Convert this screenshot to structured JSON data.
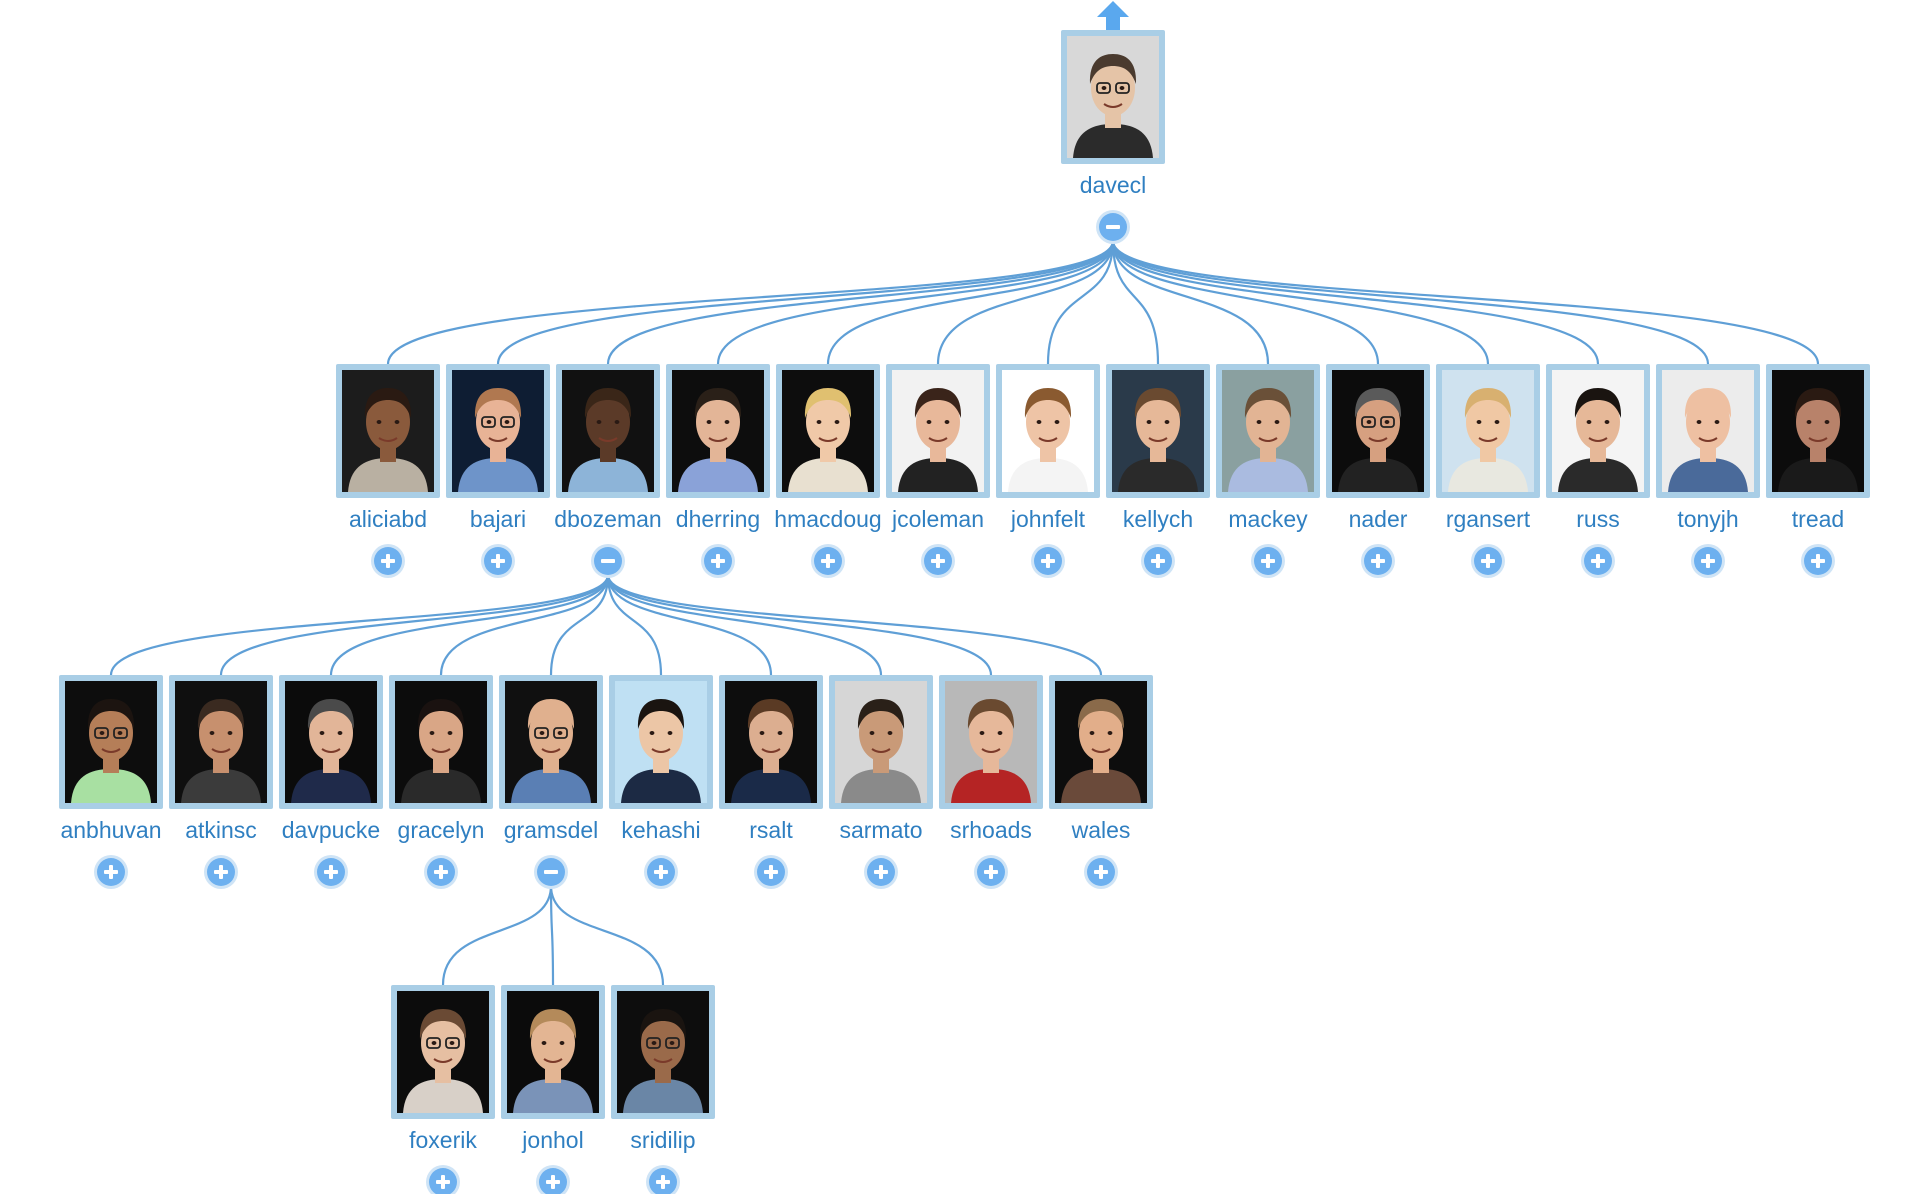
{
  "colors": {
    "frame": "#a9cee6",
    "label": "#2f7fc1",
    "connector": "#5f9fd6",
    "toggle": "#6db0ef",
    "up_arrow": "#5aa8ee"
  },
  "up_arrow_icon": "arrow-up-icon",
  "root": {
    "id": "davecl",
    "label": "davecl",
    "expanded": true,
    "photo": {
      "bg": "#d8d8d8",
      "skin": "#e5c4a7",
      "hair": "#4a3a2e",
      "shirt": "#2b2b2b",
      "glasses": true
    },
    "children": [
      {
        "id": "aliciabd",
        "label": "aliciabd",
        "expanded": false,
        "photo": {
          "bg": "#1c1c1c",
          "skin": "#8a5a3c",
          "hair": "#2a1a12",
          "shirt": "#b9b0a2",
          "glasses": false
        }
      },
      {
        "id": "bajari",
        "label": "bajari",
        "expanded": false,
        "photo": {
          "bg": "#0e1d33",
          "skin": "#e8b396",
          "hair": "#b07850",
          "shirt": "#6e94c9",
          "glasses": true
        }
      },
      {
        "id": "dbozeman",
        "label": "dbozeman",
        "expanded": true,
        "photo": {
          "bg": "#111111",
          "skin": "#5b3a28",
          "hair": "#3a2618",
          "shirt": "#8db4d8",
          "glasses": false
        },
        "children": [
          {
            "id": "anbhuvan",
            "label": "anbhuvan",
            "expanded": false,
            "photo": {
              "bg": "#0d0d0d",
              "skin": "#b57e58",
              "hair": "#1c1410",
              "shirt": "#a8e0a2",
              "glasses": true
            }
          },
          {
            "id": "atkinsc",
            "label": "atkinsc",
            "expanded": false,
            "photo": {
              "bg": "#0f0f0f",
              "skin": "#c7906e",
              "hair": "#3a2a20",
              "shirt": "#3b3b3b",
              "glasses": false
            }
          },
          {
            "id": "davpucke",
            "label": "davpucke",
            "expanded": false,
            "photo": {
              "bg": "#0b0b0b",
              "skin": "#e2b598",
              "hair": "#4a4a4a",
              "shirt": "#1f2a4a",
              "glasses": false
            }
          },
          {
            "id": "gracelyn",
            "label": "gracelyn",
            "expanded": false,
            "photo": {
              "bg": "#0c0c0c",
              "skin": "#d9a686",
              "hair": "#1a1210",
              "shirt": "#2a2a2a",
              "glasses": false
            }
          },
          {
            "id": "gramsdel",
            "label": "gramsdel",
            "expanded": true,
            "photo": {
              "bg": "#101010",
              "skin": "#e0b08e",
              "hair": "#e0b08e",
              "shirt": "#5a7fb4",
              "glasses": true
            },
            "children": [
              {
                "id": "foxerik",
                "label": "foxerik",
                "expanded": false,
                "photo": {
                  "bg": "#0c0c0c",
                  "skin": "#e6bfa2",
                  "hair": "#6a4a34",
                  "shirt": "#d8d0c8",
                  "glasses": true
                }
              },
              {
                "id": "jonhol",
                "label": "jonhol",
                "expanded": false,
                "photo": {
                  "bg": "#0b0b0b",
                  "skin": "#e3b593",
                  "hair": "#b48a5a",
                  "shirt": "#7a93b8",
                  "glasses": false
                }
              },
              {
                "id": "sridilip",
                "label": "sridilip",
                "expanded": false,
                "photo": {
                  "bg": "#0d0d0d",
                  "skin": "#9a6a4a",
                  "hair": "#1a1410",
                  "shirt": "#6a86a6",
                  "glasses": true
                }
              }
            ]
          },
          {
            "id": "kehashi",
            "label": "kehashi",
            "expanded": false,
            "photo": {
              "bg": "#bfe0f3",
              "skin": "#ecc6a6",
              "hair": "#1a1410",
              "shirt": "#1c2a44",
              "glasses": false
            }
          },
          {
            "id": "rsalt",
            "label": "rsalt",
            "expanded": false,
            "photo": {
              "bg": "#0d0d0d",
              "skin": "#dcae90",
              "hair": "#5a3a24",
              "shirt": "#1a2a48",
              "glasses": false
            }
          },
          {
            "id": "sarmato",
            "label": "sarmato",
            "expanded": false,
            "photo": {
              "bg": "#d6d6d6",
              "skin": "#c99a78",
              "hair": "#2a2018",
              "shirt": "#8a8a8a",
              "glasses": false
            }
          },
          {
            "id": "srhoads",
            "label": "srhoads",
            "expanded": false,
            "photo": {
              "bg": "#b8b8b8",
              "skin": "#e6b89a",
              "hair": "#6a4a30",
              "shirt": "#b52424",
              "glasses": false
            }
          },
          {
            "id": "wales",
            "label": "wales",
            "expanded": false,
            "photo": {
              "bg": "#0d0d0d",
              "skin": "#e2ae8a",
              "hair": "#8a6a4a",
              "shirt": "#6a4a3a",
              "glasses": false
            }
          }
        ]
      },
      {
        "id": "dherring",
        "label": "dherring",
        "expanded": false,
        "photo": {
          "bg": "#0d0d0d",
          "skin": "#e3b597",
          "hair": "#2a2018",
          "shirt": "#8aa2d8",
          "glasses": false
        }
      },
      {
        "id": "hmacdoug",
        "label": "hmacdoug",
        "expanded": false,
        "photo": {
          "bg": "#0d0d0d",
          "skin": "#f0c9a8",
          "hair": "#e0c070",
          "shirt": "#e8e0d0",
          "glasses": false
        }
      },
      {
        "id": "jcoleman",
        "label": "jcoleman",
        "expanded": false,
        "photo": {
          "bg": "#f2f2f2",
          "skin": "#e8b89a",
          "hair": "#3a241a",
          "shirt": "#222222",
          "glasses": false
        }
      },
      {
        "id": "johnfelt",
        "label": "johnfelt",
        "expanded": false,
        "photo": {
          "bg": "#ffffff",
          "skin": "#eec4a6",
          "hair": "#8a5a30",
          "shirt": "#f4f4f4",
          "glasses": false
        }
      },
      {
        "id": "kellych",
        "label": "kellych",
        "expanded": false,
        "photo": {
          "bg": "#2a3a4a",
          "skin": "#e6b898",
          "hair": "#6a4a30",
          "shirt": "#2a2a2a",
          "glasses": false
        }
      },
      {
        "id": "mackey",
        "label": "mackey",
        "expanded": false,
        "photo": {
          "bg": "#8aa0a0",
          "skin": "#e2b494",
          "hair": "#6a5038",
          "shirt": "#aabbe0",
          "glasses": false
        }
      },
      {
        "id": "nader",
        "label": "nader",
        "expanded": false,
        "photo": {
          "bg": "#0c0c0c",
          "skin": "#d6a080",
          "hair": "#5a5a5a",
          "shirt": "#222222",
          "glasses": true
        }
      },
      {
        "id": "rgansert",
        "label": "rgansert",
        "expanded": false,
        "photo": {
          "bg": "#cfe2ef",
          "skin": "#f0c8a4",
          "hair": "#d8b070",
          "shirt": "#e8e8e0",
          "glasses": false
        }
      },
      {
        "id": "russ",
        "label": "russ",
        "expanded": false,
        "photo": {
          "bg": "#f4f4f4",
          "skin": "#e6b898",
          "hair": "#1a1410",
          "shirt": "#2a2a2a",
          "glasses": false
        }
      },
      {
        "id": "tonyjh",
        "label": "tonyjh",
        "expanded": false,
        "photo": {
          "bg": "#ececec",
          "skin": "#eec0a2",
          "hair": "#eec0a2",
          "shirt": "#4a6a9a",
          "glasses": false
        }
      },
      {
        "id": "tread",
        "label": "tread",
        "expanded": false,
        "photo": {
          "bg": "#0c0c0c",
          "skin": "#b8826a",
          "hair": "#2a1a12",
          "shirt": "#1a1a1a",
          "glasses": false
        }
      }
    ]
  }
}
